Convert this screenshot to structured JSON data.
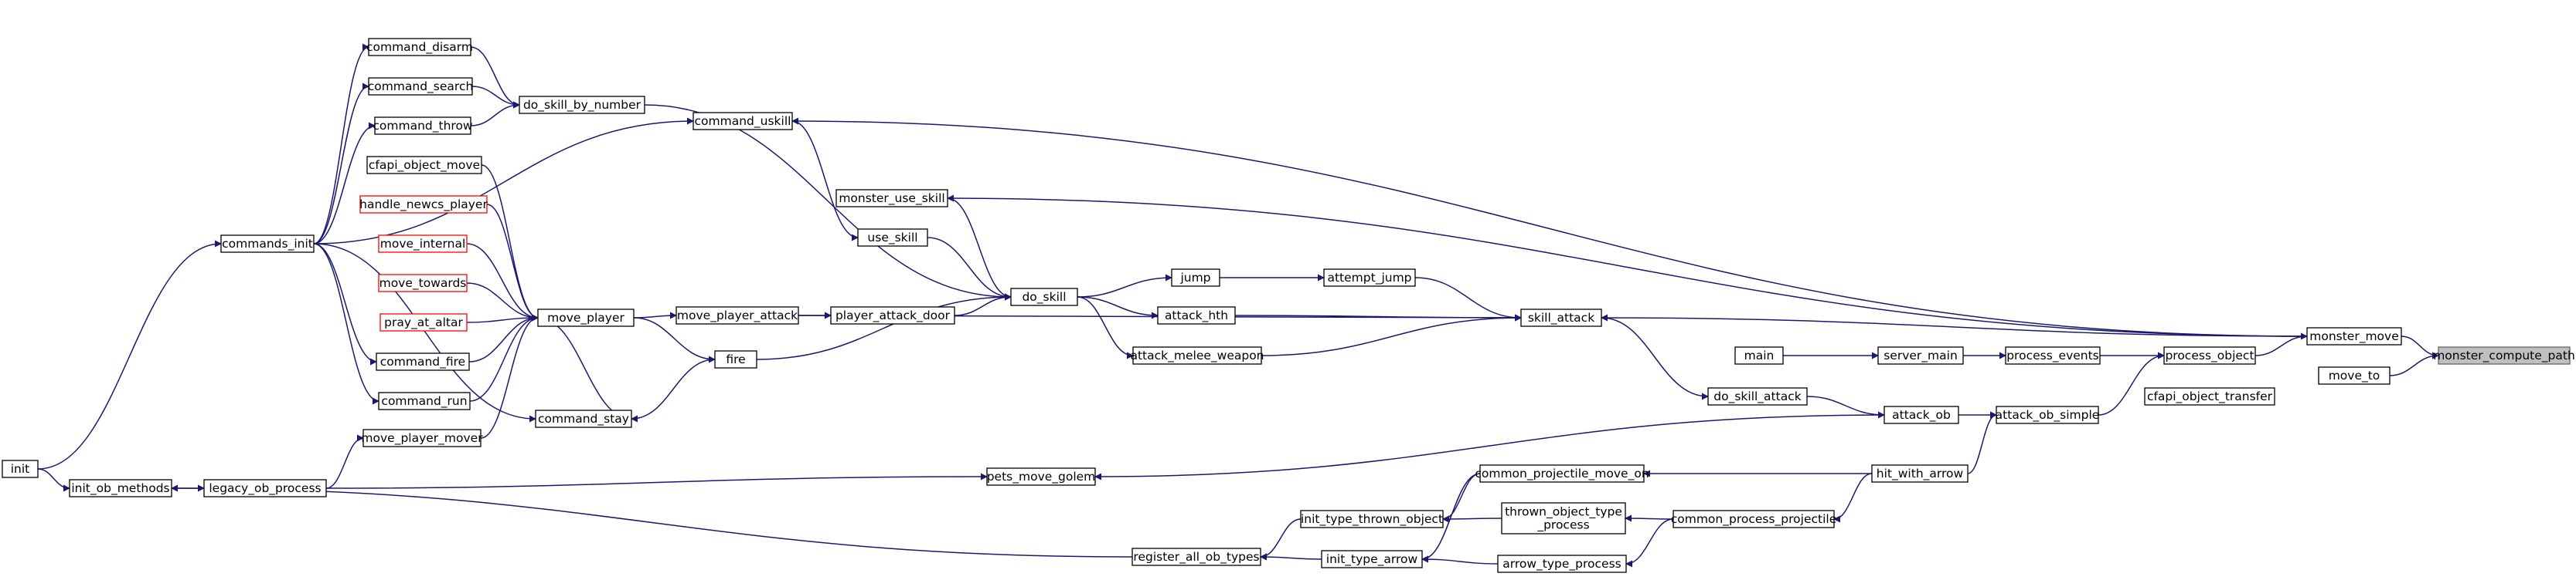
{
  "diagram": {
    "type": "call-graph",
    "root": "monster_compute_path",
    "colors": {
      "edge": "#191970",
      "box_border": "#000000",
      "missing_border": "#ff0000",
      "root_fill": "#bfbfbf"
    },
    "nodes": {
      "monster_compute_path": {
        "label": "monster_compute_path",
        "style": "root"
      },
      "monster_move": {
        "label": "monster_move",
        "style": "normal"
      },
      "move_to": {
        "label": "move_to",
        "style": "normal"
      },
      "process_object": {
        "label": "process_object",
        "style": "normal"
      },
      "cfapi_object_transfer": {
        "label": "cfapi_object_transfer",
        "style": "normal"
      },
      "process_events": {
        "label": "process_events",
        "style": "normal"
      },
      "server_main": {
        "label": "server_main",
        "style": "normal"
      },
      "main": {
        "label": "main",
        "style": "normal"
      },
      "monster_use_skill": {
        "label": "monster_use_skill",
        "style": "normal"
      },
      "skill_attack": {
        "label": "skill_attack",
        "style": "normal"
      },
      "attack_ob_simple": {
        "label": "attack_ob_simple",
        "style": "normal"
      },
      "attack_ob": {
        "label": "attack_ob",
        "style": "normal"
      },
      "hit_with_arrow": {
        "label": "hit_with_arrow",
        "style": "normal"
      },
      "do_skill_attack": {
        "label": "do_skill_attack",
        "style": "normal"
      },
      "attempt_jump": {
        "label": "attempt_jump",
        "style": "normal"
      },
      "jump": {
        "label": "jump",
        "style": "normal"
      },
      "attack_hth": {
        "label": "attack_hth",
        "style": "normal"
      },
      "attack_melee_weapon": {
        "label": "attack_melee_weapon",
        "style": "normal"
      },
      "do_skill": {
        "label": "do_skill",
        "style": "normal"
      },
      "use_skill": {
        "label": "use_skill",
        "style": "normal"
      },
      "command_uskill": {
        "label": "command_uskill",
        "style": "normal"
      },
      "do_skill_by_number": {
        "label": "do_skill_by_number",
        "style": "normal"
      },
      "command_disarm": {
        "label": "command_disarm",
        "style": "normal"
      },
      "command_search": {
        "label": "command_search",
        "style": "normal"
      },
      "command_throw": {
        "label": "command_throw",
        "style": "normal"
      },
      "commands_init": {
        "label": "commands_init",
        "style": "normal"
      },
      "init": {
        "label": "init",
        "style": "normal"
      },
      "player_attack_door": {
        "label": "player_attack_door",
        "style": "normal"
      },
      "move_player_attack": {
        "label": "move_player_attack",
        "style": "normal"
      },
      "move_player": {
        "label": "move_player",
        "style": "normal"
      },
      "cfapi_object_move": {
        "label": "cfapi_object_move",
        "style": "normal"
      },
      "handle_newcs_player": {
        "label": "handle_newcs_player",
        "style": "missing"
      },
      "move_internal": {
        "label": "move_internal",
        "style": "missing"
      },
      "move_towards": {
        "label": "move_towards",
        "style": "missing"
      },
      "pray_at_altar": {
        "label": "pray_at_altar",
        "style": "missing"
      },
      "command_fire": {
        "label": "command_fire",
        "style": "normal"
      },
      "command_run": {
        "label": "command_run",
        "style": "normal"
      },
      "move_player_mover": {
        "label": "move_player_mover",
        "style": "normal"
      },
      "fire": {
        "label": "fire",
        "style": "normal"
      },
      "command_stay": {
        "label": "command_stay",
        "style": "normal"
      },
      "legacy_ob_process": {
        "label": "legacy_ob_process",
        "style": "normal"
      },
      "init_ob_methods": {
        "label": "init_ob_methods",
        "style": "normal"
      },
      "pets_move_golem": {
        "label": "pets_move_golem",
        "style": "normal"
      },
      "common_projectile_move_on": {
        "label": "common_projectile_move_on",
        "style": "normal"
      },
      "common_process_projectile": {
        "label": "common_process_projectile",
        "style": "normal"
      },
      "thrown_object_type_process": {
        "label": "thrown_object_type\n_process",
        "style": "normal"
      },
      "arrow_type_process": {
        "label": "arrow_type_process",
        "style": "normal"
      },
      "init_type_thrown_object": {
        "label": "init_type_thrown_object",
        "style": "normal"
      },
      "init_type_arrow": {
        "label": "init_type_arrow",
        "style": "normal"
      },
      "register_all_ob_types": {
        "label": "register_all_ob_types",
        "style": "normal"
      }
    },
    "edges": [
      [
        "monster_move",
        "monster_compute_path"
      ],
      [
        "move_to",
        "monster_compute_path"
      ],
      [
        "process_object",
        "monster_move"
      ],
      [
        "process_events",
        "process_object"
      ],
      [
        "server_main",
        "process_events"
      ],
      [
        "main",
        "server_main"
      ],
      [
        "attack_ob_simple",
        "process_object"
      ],
      [
        "attack_ob",
        "attack_ob_simple"
      ],
      [
        "hit_with_arrow",
        "attack_ob_simple"
      ],
      [
        "monster_move",
        "skill_attack"
      ],
      [
        "monster_move",
        "monster_use_skill"
      ],
      [
        "monster_move",
        "command_uskill"
      ],
      [
        "skill_attack",
        "do_skill_attack"
      ],
      [
        "do_skill_attack",
        "attack_ob"
      ],
      [
        "attack_ob",
        "pets_move_golem"
      ],
      [
        "hit_with_arrow",
        "common_projectile_move_on"
      ],
      [
        "hit_with_arrow",
        "common_process_projectile"
      ],
      [
        "attempt_jump",
        "skill_attack"
      ],
      [
        "attack_hth",
        "skill_attack"
      ],
      [
        "attack_melee_weapon",
        "skill_attack"
      ],
      [
        "move_player_attack",
        "skill_attack"
      ],
      [
        "jump",
        "attempt_jump"
      ],
      [
        "do_skill",
        "jump"
      ],
      [
        "do_skill",
        "attack_hth"
      ],
      [
        "do_skill",
        "attack_melee_weapon"
      ],
      [
        "monster_use_skill",
        "do_skill"
      ],
      [
        "use_skill",
        "do_skill"
      ],
      [
        "do_skill_by_number",
        "do_skill"
      ],
      [
        "player_attack_door",
        "do_skill"
      ],
      [
        "fire",
        "do_skill"
      ],
      [
        "command_uskill",
        "use_skill"
      ],
      [
        "command_disarm",
        "do_skill_by_number"
      ],
      [
        "command_search",
        "do_skill_by_number"
      ],
      [
        "command_throw",
        "do_skill_by_number"
      ],
      [
        "commands_init",
        "command_uskill"
      ],
      [
        "commands_init",
        "command_disarm"
      ],
      [
        "commands_init",
        "command_search"
      ],
      [
        "commands_init",
        "command_throw"
      ],
      [
        "commands_init",
        "command_fire"
      ],
      [
        "commands_init",
        "command_run"
      ],
      [
        "commands_init",
        "command_stay"
      ],
      [
        "init",
        "commands_init"
      ],
      [
        "init",
        "init_ob_methods"
      ],
      [
        "move_player_attack",
        "player_attack_door"
      ],
      [
        "move_player",
        "move_player_attack"
      ],
      [
        "move_player",
        "fire"
      ],
      [
        "cfapi_object_move",
        "move_player"
      ],
      [
        "handle_newcs_player",
        "move_player"
      ],
      [
        "move_internal",
        "move_player"
      ],
      [
        "move_towards",
        "move_player"
      ],
      [
        "pray_at_altar",
        "move_player"
      ],
      [
        "command_fire",
        "move_player"
      ],
      [
        "command_run",
        "move_player"
      ],
      [
        "move_player_mover",
        "move_player"
      ],
      [
        "command_stay",
        "move_player"
      ],
      [
        "fire",
        "command_stay"
      ],
      [
        "legacy_ob_process",
        "move_player_mover"
      ],
      [
        "init_ob_methods",
        "legacy_ob_process"
      ],
      [
        "legacy_ob_process",
        "pets_move_golem"
      ],
      [
        "common_projectile_move_on",
        "init_type_thrown_object"
      ],
      [
        "common_projectile_move_on",
        "init_type_arrow"
      ],
      [
        "common_process_projectile",
        "thrown_object_type_process"
      ],
      [
        "common_process_projectile",
        "arrow_type_process"
      ],
      [
        "thrown_object_type_process",
        "init_type_thrown_object"
      ],
      [
        "arrow_type_process",
        "init_type_arrow"
      ],
      [
        "init_type_thrown_object",
        "register_all_ob_types"
      ],
      [
        "init_type_arrow",
        "register_all_ob_types"
      ],
      [
        "register_all_ob_types",
        "init_ob_methods"
      ]
    ]
  }
}
